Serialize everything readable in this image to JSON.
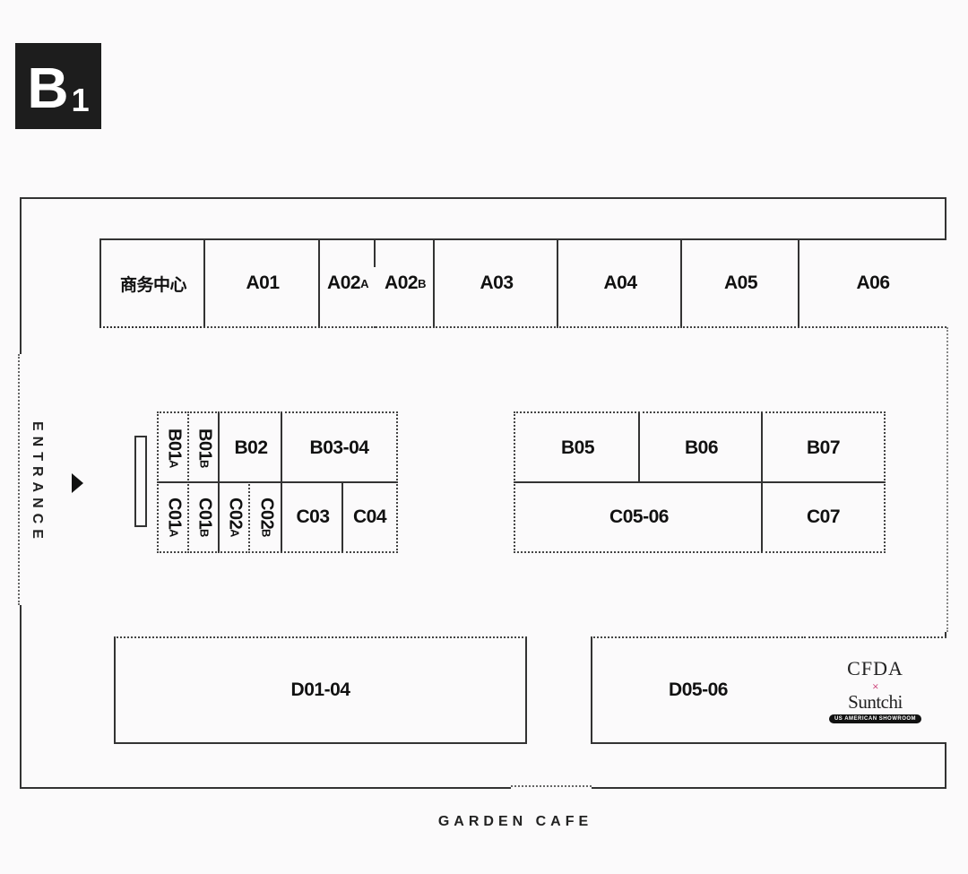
{
  "level": {
    "letter": "B",
    "number": "1"
  },
  "entrance_label": "ENTRANCE",
  "cafe_label": "GARDEN  CAFE",
  "row_a": {
    "business_center": "商务中心",
    "a01": "A01",
    "a02a": {
      "main": "A02",
      "sub": "A"
    },
    "a02b": {
      "main": "A02",
      "sub": "B"
    },
    "a03": "A03",
    "a04": "A04",
    "a05": "A05",
    "a06": "A06"
  },
  "left_block": {
    "b01a": {
      "main": "B01",
      "sub": "A"
    },
    "b01b": {
      "main": "B01",
      "sub": "B"
    },
    "b02": "B02",
    "b03_04": "B03-04",
    "c01a": {
      "main": "C01",
      "sub": "A"
    },
    "c01b": {
      "main": "C01",
      "sub": "B"
    },
    "c02a": {
      "main": "C02",
      "sub": "A"
    },
    "c02b": {
      "main": "C02",
      "sub": "B"
    },
    "c03": "C03",
    "c04": "C04"
  },
  "right_block": {
    "b05": "B05",
    "b06": "B06",
    "b07": "B07",
    "c05_06": "C05-06",
    "c07": "C07"
  },
  "row_d": {
    "d01_04": "D01-04",
    "d05_06": "D05-06"
  },
  "sponsor_logo": {
    "line1": "CFDA",
    "line2": "×",
    "line3": "Suntchi",
    "line4": "US AMERICAN SHOWROOM"
  }
}
